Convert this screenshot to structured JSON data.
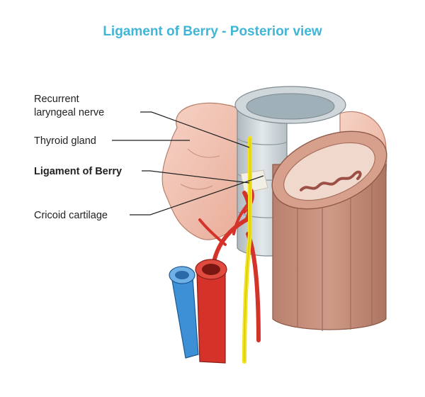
{
  "title": "Ligament of Berry - Posterior view",
  "labels": {
    "recurrent_line1": "Recurrent",
    "recurrent_line2": "laryngeal nerve",
    "thyroid": "Thyroid gland",
    "ligament": "Ligament of Berry",
    "cricoid": "Cricoid cartilage"
  },
  "colors": {
    "title": "#3fb6d6",
    "thyroid": "#f2c4b4",
    "muscle": "#c68e7c",
    "cartilage": "#c9d2d6",
    "nerve": "#f2e21a",
    "artery": "#d5332a",
    "vein": "#3d8fd6"
  }
}
